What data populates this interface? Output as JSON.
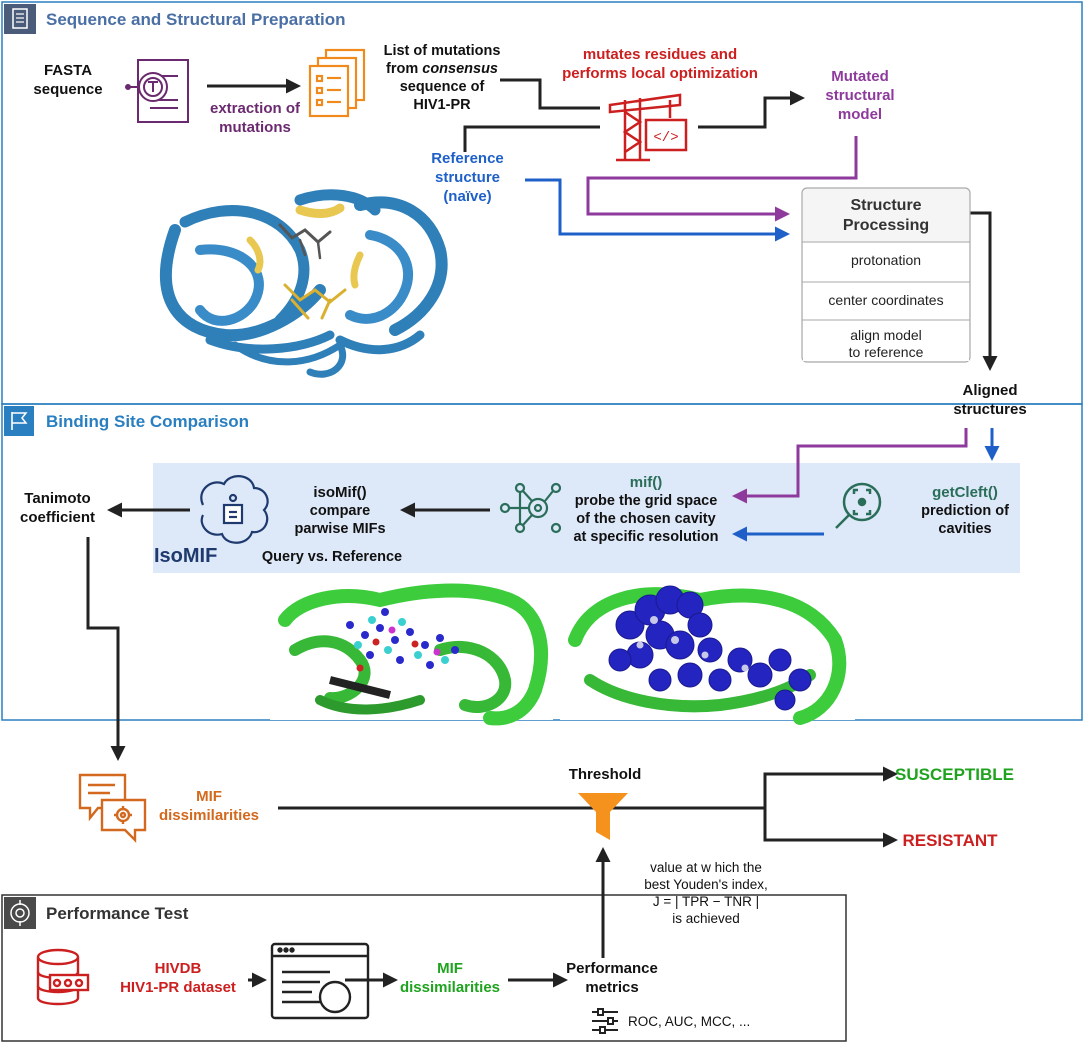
{
  "sections": {
    "prep": {
      "title": "Sequence and Structural Preparation"
    },
    "binding": {
      "title": "Binding Site Comparison"
    },
    "perf": {
      "title": "Performance Test"
    }
  },
  "prep": {
    "fasta": "FASTA\nsequence",
    "extraction": "extraction of\nmutations",
    "mutlist_a": "List of mutations\nfrom ",
    "mutlist_em": "consensus",
    "mutlist_b": "\nsequence of\nHIV1-PR",
    "mutates": "mutates residues and\nperforms local optimization",
    "mutated_model": "Mutated\nstructural\nmodel",
    "reference": "Reference\nstructure\n(naïve)",
    "processing_header": "Structure\nProcessing",
    "processing_steps": [
      "protonation",
      "center coordinates",
      "align model\nto reference"
    ],
    "aligned": "Aligned\nstructures"
  },
  "binding": {
    "getcleft_title": "getCleft()",
    "getcleft_desc": "prediction of\ncavities",
    "mif_title": "mif()",
    "mif_desc": "probe the grid space\nof the chosen cavity\nat specific resolution",
    "isomif_title": "isoMif()",
    "isomif_desc": "compare\nparwise MIFs",
    "isomif_logo": "IsoMIF",
    "query": "Query vs. Reference",
    "tanimoto": "Tanimoto\ncoefficient"
  },
  "decision": {
    "mif_dissim": "MIF\ndissimilarities",
    "threshold": "Threshold",
    "susceptible": "SUSCEPTIBLE",
    "resistant": "RESISTANT",
    "note": "value at w hich the\nbest Youden's index,\nJ = | TPR − TNR |\nis achieved"
  },
  "perf": {
    "hivdb": "HIVDB\nHIV1-PR dataset",
    "mif_dissim": "MIF\ndissimilarities",
    "metrics": "Performance\nmetrics",
    "metric_list": "ROC, AUC, MCC, ..."
  },
  "colors": {
    "section_title": "#4a6fa5",
    "purple": "#8e3a9c",
    "dark_purple": "#6b2a6f",
    "red": "#cc1f1f",
    "blue": "#1e60c8",
    "green": "#1fa31f",
    "teal": "#2a6e5a",
    "orange": "#d2691e",
    "light_blue_band": "#dde8f8",
    "protein_blue": "#2f7fb8",
    "protein_green": "#3ccc3c"
  },
  "icons": [
    "document-icon",
    "list-icon",
    "crane-code-icon",
    "network-gear-icon",
    "magnifier-icon",
    "chip-icon",
    "chat-gear-icon",
    "database-icon",
    "screen-icon",
    "sliders-icon",
    "funnel-icon"
  ]
}
